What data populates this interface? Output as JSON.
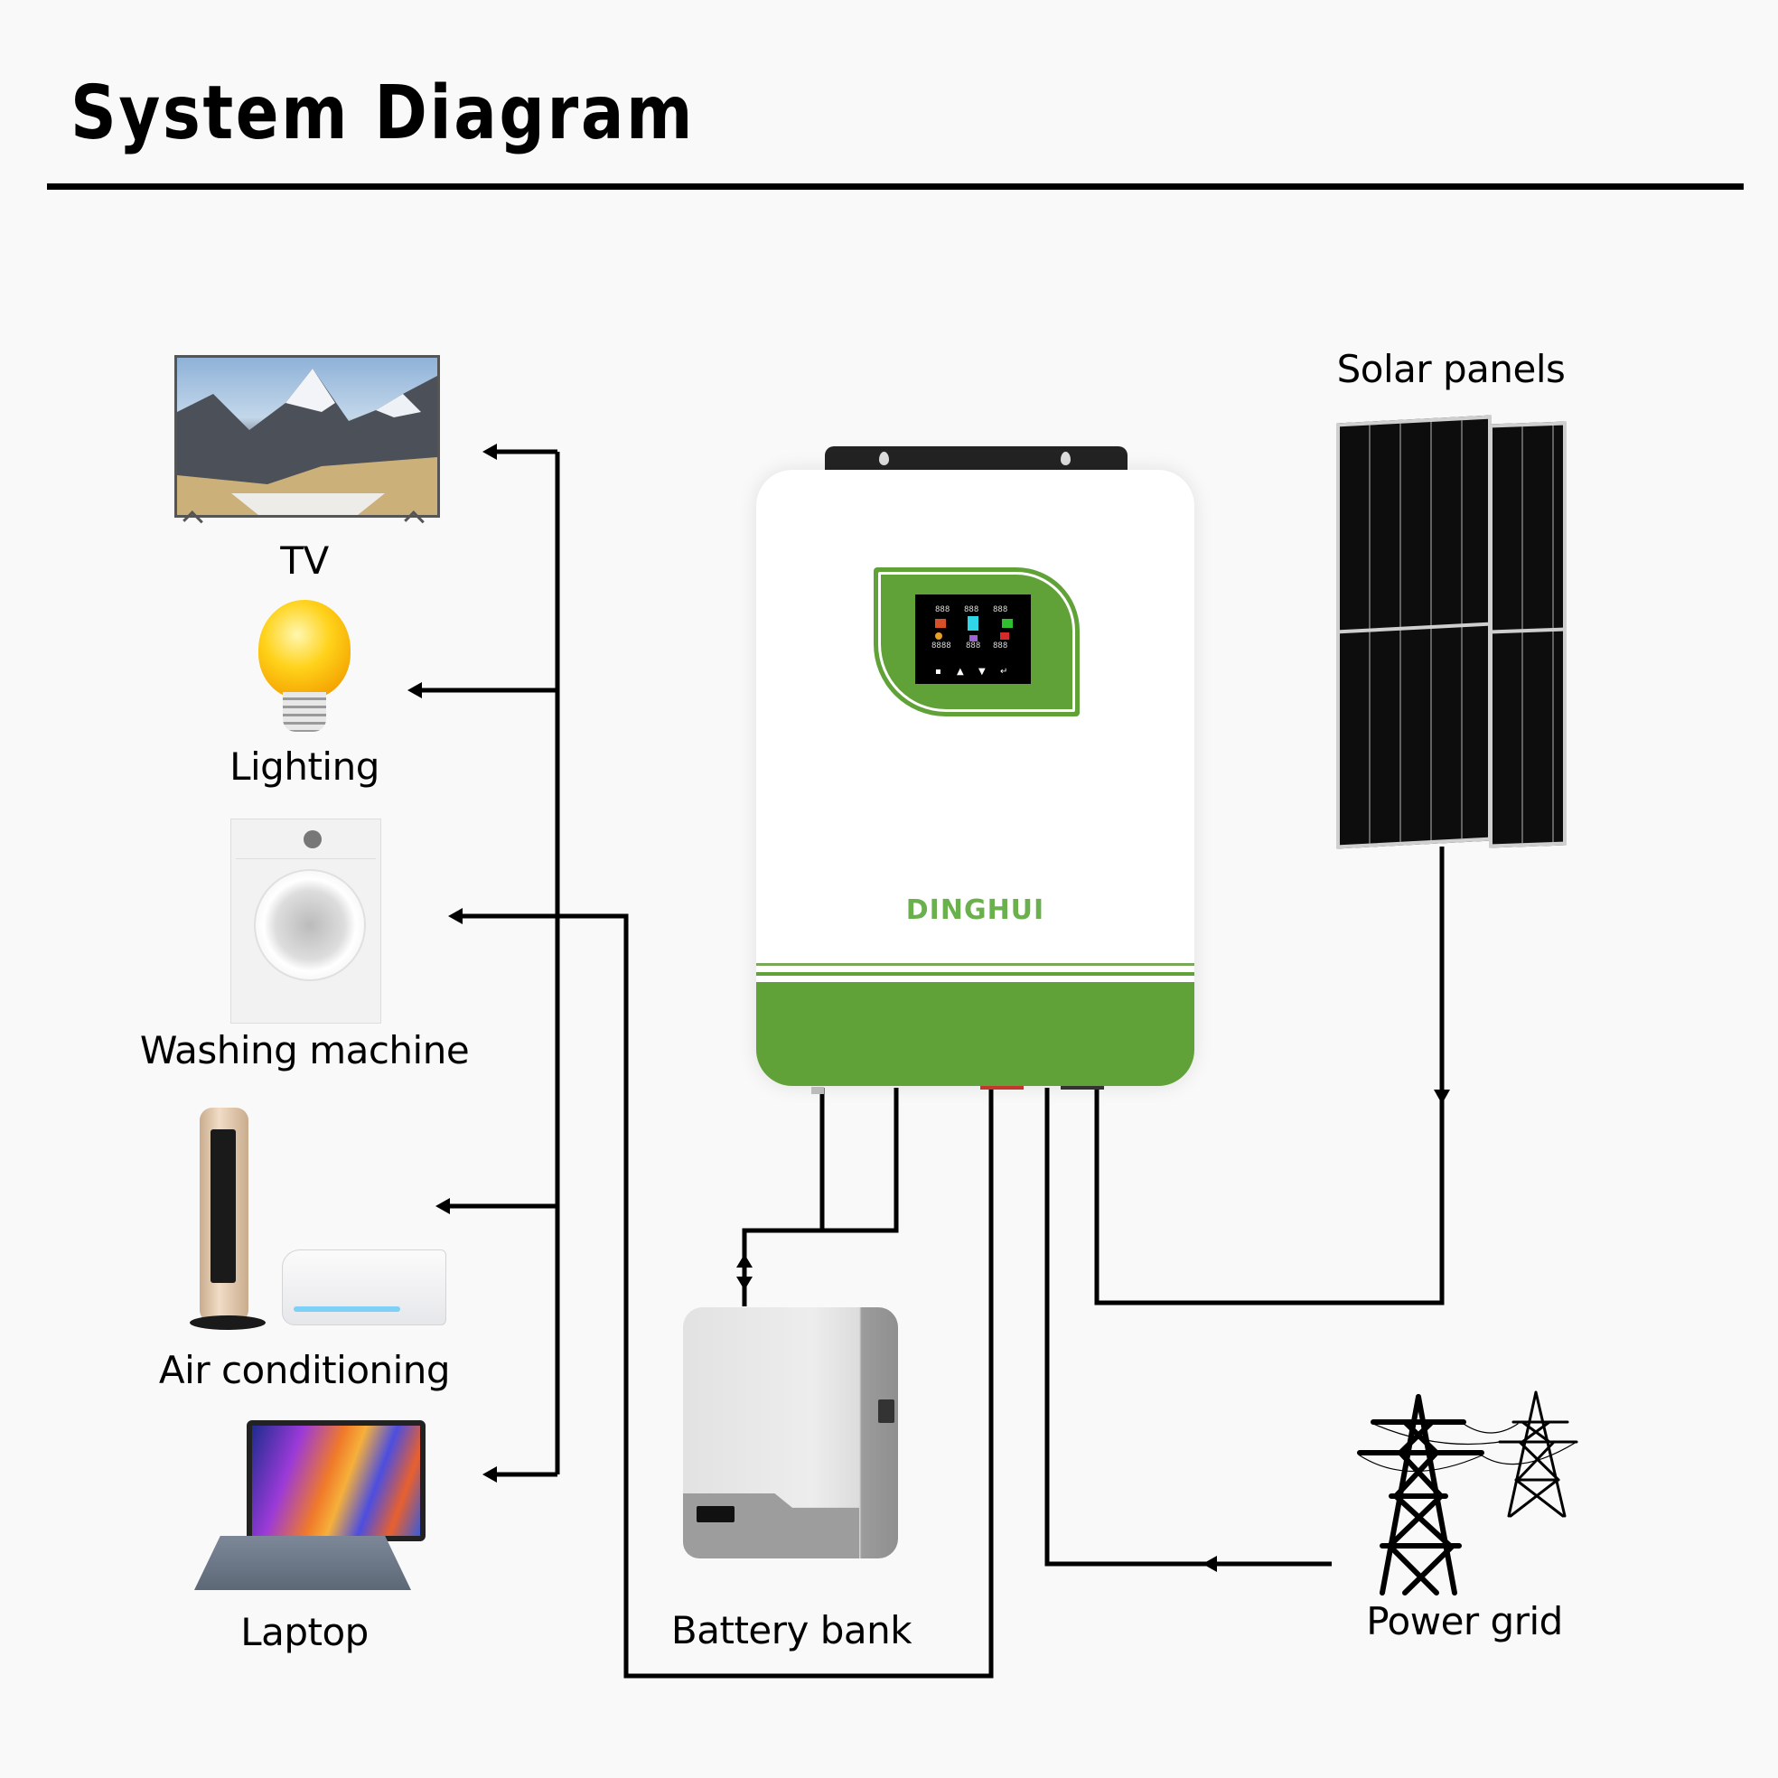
{
  "header": {
    "title": "System Diagram"
  },
  "inverter": {
    "brand": "DINGHUI",
    "display_readouts": [
      "888",
      "888",
      "888",
      "8888",
      "888",
      "888"
    ],
    "display_buttons": [
      "menu",
      "up",
      "down",
      "enter"
    ],
    "colors": {
      "accent_green": "#60a238",
      "brand_orange": "#e8772e",
      "body": "#ffffff"
    }
  },
  "loads": [
    {
      "label": "TV",
      "icon": "tv-icon"
    },
    {
      "label": "Lighting",
      "icon": "light-bulb-icon"
    },
    {
      "label": "Washing machine",
      "icon": "washing-machine-icon"
    },
    {
      "label": "Air conditioning",
      "icon": "air-conditioner-icon"
    },
    {
      "label": "Laptop",
      "icon": "laptop-icon"
    }
  ],
  "sources": {
    "solar": {
      "label": "Solar panels",
      "icon": "solar-panel-icon"
    },
    "battery": {
      "label": "Battery bank",
      "icon": "battery-icon"
    },
    "grid": {
      "label": "Power grid",
      "icon": "power-tower-icon"
    }
  },
  "connections": [
    {
      "from": "Inverter",
      "to": "TV",
      "direction": "one-way"
    },
    {
      "from": "Inverter",
      "to": "Lighting",
      "direction": "one-way"
    },
    {
      "from": "Inverter",
      "to": "Washing machine",
      "direction": "one-way"
    },
    {
      "from": "Inverter",
      "to": "Air conditioning",
      "direction": "one-way"
    },
    {
      "from": "Inverter",
      "to": "Laptop",
      "direction": "one-way"
    },
    {
      "from": "Inverter",
      "to": "Battery bank",
      "direction": "two-way"
    },
    {
      "from": "Solar panels",
      "to": "Inverter",
      "direction": "one-way"
    },
    {
      "from": "Power grid",
      "to": "Inverter",
      "direction": "one-way"
    }
  ]
}
